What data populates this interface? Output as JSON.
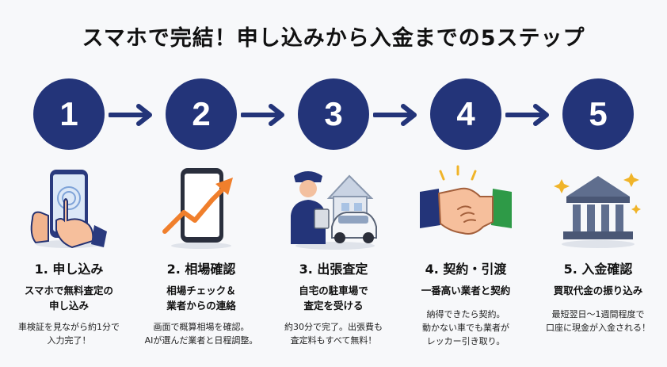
{
  "title": "スマホで完結！申し込みから入金までの5ステップ",
  "colors": {
    "primary": "#233479",
    "accent": "#f07f2c",
    "green": "#2e9a47",
    "background": "#f7f8fa"
  },
  "steps": [
    {
      "number": "1",
      "icon": "phone-tap-icon",
      "title": "1. 申し込み",
      "subtitle": [
        "スマホで無料査定の",
        "申し込み"
      ],
      "description": [
        "車検証を見ながら約1分で",
        "入力完了！"
      ]
    },
    {
      "number": "2",
      "icon": "price-trend-phone-icon",
      "title": "2. 相場確認",
      "subtitle": [
        "相場チェック＆",
        "業者からの連絡"
      ],
      "description": [
        "画面で概算相場を確認。",
        "AIが選んだ業者と日程調整。"
      ]
    },
    {
      "number": "3",
      "icon": "inspector-car-icon",
      "title": "3. 出張査定",
      "subtitle": [
        "自宅の駐車場で",
        "査定を受ける"
      ],
      "description": [
        "約30分で完了。出張費も",
        "査定料もすべて無料！"
      ]
    },
    {
      "number": "4",
      "icon": "handshake-icon",
      "title": "4. 契約・引渡",
      "subtitle": [
        "一番高い業者と契約"
      ],
      "description": [
        "納得できたら契約。",
        "動かない車でも業者が",
        "レッカー引き取り。"
      ]
    },
    {
      "number": "5",
      "icon": "bank-icon",
      "title": "5. 入金確認",
      "subtitle": [
        "買取代金の振り込み"
      ],
      "description": [
        "最短翌日〜1週間程度で",
        "口座に現金が入金される！"
      ]
    }
  ]
}
